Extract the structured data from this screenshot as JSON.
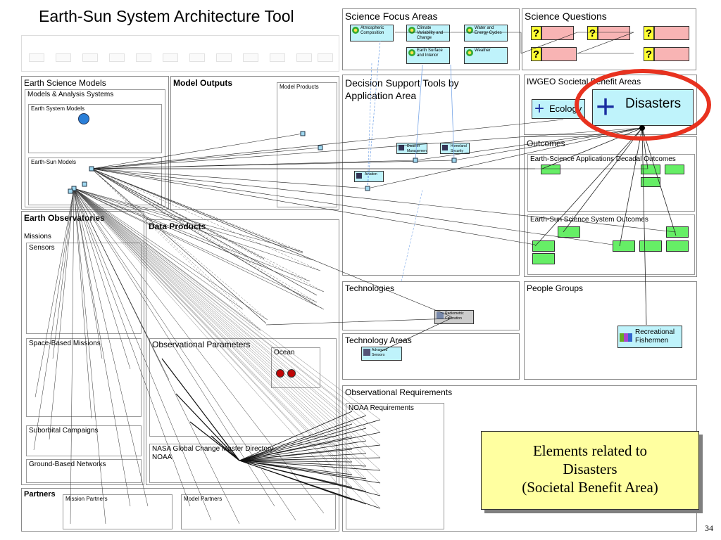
{
  "title": "Earth-Sun System Architecture Tool",
  "page_number": "34",
  "callout": {
    "line1": "Elements related to",
    "line2": "Disasters",
    "line3": "(Societal Benefit Area)"
  },
  "panels": {
    "science_focus": "Science Focus Areas",
    "science_questions": "Science Questions",
    "decision_support": "Decision Support Tools by Application Area",
    "iwgeo": "IWGEO Societal Benefit Areas",
    "outcomes": "Outcomes",
    "esa_decadal": "Earth-Science Applications Decadal Outcomes",
    "ess_outcomes": "Earth-Sun Science System Outcomes",
    "technologies": "Technologies",
    "technology_areas": "Technology Areas",
    "people_groups": "People Groups",
    "obs_req": "Observational Requirements",
    "noaa_req": "NOAA Requirements",
    "earth_science_models": "Earth Science Models",
    "models_analysis": "Models & Analysis Systems",
    "earth_system_models": "Earth System Models",
    "earth_sun_models": "Earth-Sun Models",
    "model_outputs": "Model Outputs",
    "model_products": "Model Products",
    "earth_observatories": "Earth Observatories",
    "missions": "Missions",
    "sensors": "Sensors",
    "data_products": "Data Products",
    "space_based": "Space-Based Missions",
    "suborbital": "Suborbital Campaigns",
    "ground_based": "Ground-Based Networks",
    "obs_params": "Observational Parameters",
    "ocean": "Ocean",
    "nasa_gcmd": "NASA Global Change Master Directory",
    "noaa": "NOAA",
    "partners": "Partners",
    "mission_partners": "Mission Partners",
    "model_partners": "Model Partners"
  },
  "nodes": {
    "sfa1": "Atmospheric Composition",
    "sfa2": "Climate Variability and Change",
    "sfa3": "Water and Energy Cycles",
    "sfa4": "Earth Surface and Interior",
    "sfa5": "Weather",
    "dst1": "Disaster Management",
    "dst2": "Homeland Security",
    "dst3": "Aviation",
    "ecology": "Ecology",
    "disasters": "Disasters",
    "tech1": "Radiometric Calibration",
    "techarea1": "Advanced Sensors",
    "people1": "Recreational Fishermen"
  },
  "question_mark": "?",
  "colors": {
    "highlight_ring": "#e8321f",
    "node_cyan": "#bff3fb",
    "node_green": "#66ee66",
    "node_orange": "#f7b26a",
    "question_yellow": "#ffff33",
    "question_pink": "#f8b4b4",
    "link_blue": "#7aa7e8",
    "callout_bg": "#ffffa0"
  }
}
